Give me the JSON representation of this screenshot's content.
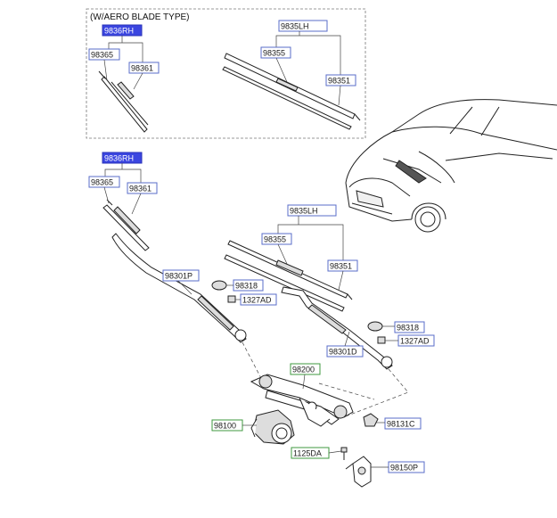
{
  "header": {
    "aero_title": "(W/AERO BLADE TYPE)"
  },
  "labels": {
    "aero_rh": "9836RH",
    "aero_98365": "98365",
    "aero_98361": "98361",
    "aero_lh": "9835LH",
    "aero_98355": "98355",
    "aero_98351": "98351",
    "std_rh": "9836RH",
    "std_98365": "98365",
    "std_98361": "98361",
    "std_lh": "9835LH",
    "std_98355": "98355",
    "std_98351": "98351",
    "arm_p": "98301P",
    "cap_p": "98318",
    "nut_p": "1327AD",
    "arm_d": "98301D",
    "cap_d": "98318",
    "nut_d": "1327AD",
    "linkage": "98200",
    "motor": "98100",
    "cover": "98131C",
    "bolt": "1125DA",
    "bracket": "98150P"
  },
  "colors": {
    "selected_fill": "#3b46e0",
    "label_border": "#5a6cc8",
    "green_border": "#3f9a3f"
  }
}
